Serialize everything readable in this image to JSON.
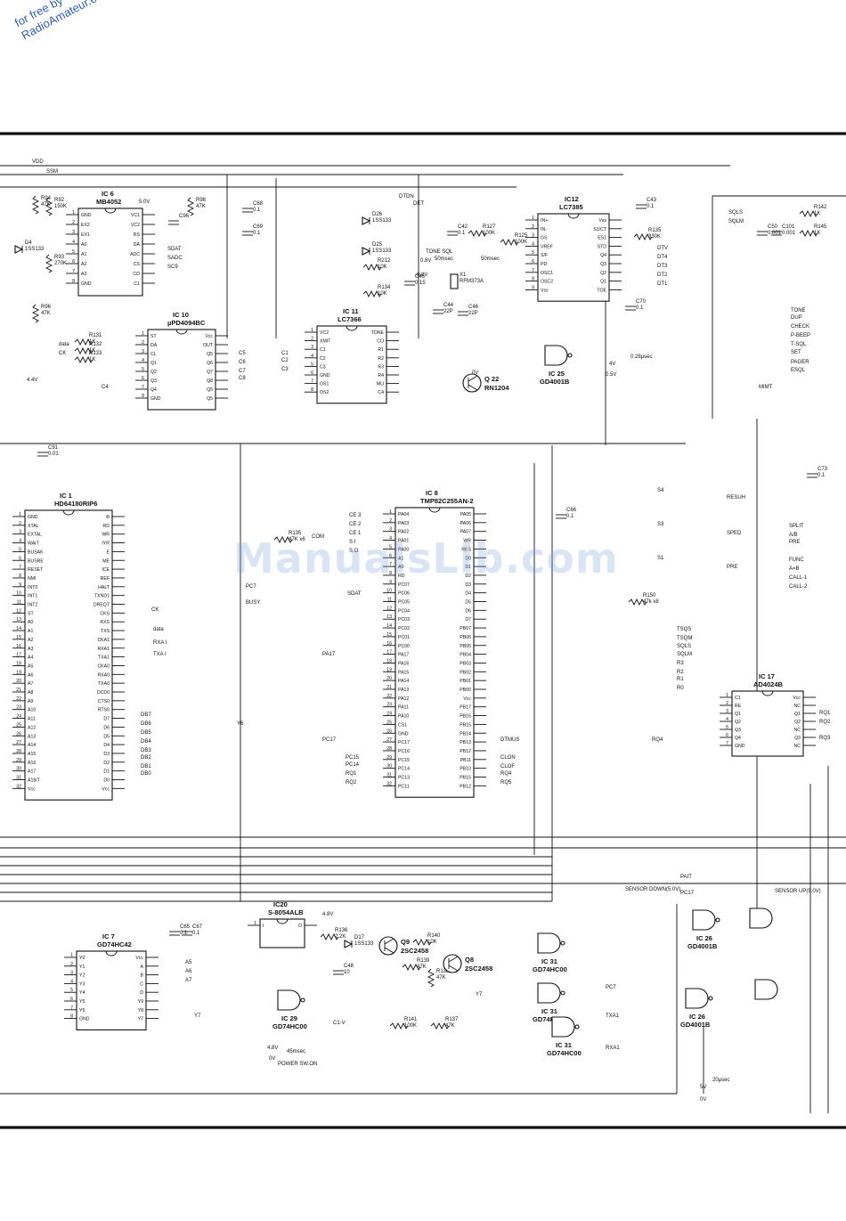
{
  "watermark": {
    "line1": "for free by",
    "line2": "RadioAmateur.eu"
  },
  "overlay_logo": "ManualsLib.com",
  "chips": [
    {
      "id": "ic6",
      "ref": "IC 6",
      "part": "MB4052",
      "left_pins": [
        "GND",
        "EX2",
        "EX1",
        "A0",
        "A1",
        "A2",
        "A3",
        "GND"
      ],
      "right_pins": [
        "VC1",
        "VC2",
        "RS",
        "DA",
        "ADC",
        "CS",
        "CO",
        "C1"
      ]
    },
    {
      "id": "ic10",
      "ref": "IC 10",
      "part": "µPD4094BC",
      "left_pins": [
        "ST",
        "DA",
        "CL",
        "Q1",
        "Q2",
        "Q3",
        "Q4",
        "GND"
      ],
      "right_pins": [
        "Vcc",
        "OUT",
        "Q5",
        "Q6",
        "Q7",
        "Q8",
        "Q5",
        "Q5"
      ]
    },
    {
      "id": "ic11",
      "ref": "IC 11",
      "part": "LC7366",
      "left_pins": [
        "VC2",
        "XMIT",
        "C1",
        "C2",
        "C3",
        "GND",
        "OS1",
        "OS2"
      ],
      "right_pins": [
        "TONE",
        "CO",
        "R1",
        "R2",
        "R3",
        "R4",
        "MU",
        "C4"
      ]
    },
    {
      "id": "ic12",
      "ref": "IC12",
      "part": "LC7385",
      "left_pins": [
        "IN+",
        "IN-",
        "GS",
        "VREF",
        "S/F",
        "PD",
        "OSC1",
        "OSC2",
        "Vss"
      ],
      "right_pins": [
        "Vss",
        "S1/CT",
        "ES1",
        "STD",
        "Q4",
        "Q3",
        "Q2",
        "Q1",
        "TOE"
      ]
    },
    {
      "id": "ic1",
      "ref": "IC 1",
      "part": "HD64180RIP6",
      "left_pins": [
        "GND",
        "XTAL",
        "EXTAL",
        "WAIT",
        "BUSAK",
        "BUSRE",
        "RESET",
        "NMI",
        "INT0",
        "INT1",
        "INT2",
        "ST",
        "A0",
        "A1",
        "A2",
        "A3",
        "A4",
        "A5",
        "A6",
        "A7",
        "A8",
        "A9",
        "A10",
        "A11",
        "A12",
        "A13",
        "A14",
        "A15",
        "A16",
        "A17",
        "A18/T",
        "Vcc"
      ],
      "right_pins": [
        "Φ",
        "RD",
        "WR",
        "IYR",
        "E",
        "ME",
        "ICE",
        "REF",
        "HALT",
        "TXND1",
        "DREQT",
        "CKS",
        "RXS",
        "TXS",
        "CKA1",
        "RXA1",
        "TXA1",
        "CKA0",
        "RXA0",
        "TXA0",
        "DCD0",
        "CTS0",
        "RTS0",
        "D7",
        "D6",
        "D5",
        "D4",
        "D3",
        "D2",
        "D1",
        "D0",
        "Vcc"
      ]
    },
    {
      "id": "ic8",
      "ref": "IC 8",
      "part": "TMP82C255AN-2",
      "left_pins": [
        "PA04",
        "PA03",
        "PA02",
        "PA01",
        "PA00",
        "A1",
        "A0",
        "RD",
        "PC07",
        "PC06",
        "PC05",
        "PC04",
        "PC03",
        "PC02",
        "PC01",
        "PC00",
        "PA17",
        "PA16",
        "PA15",
        "PA14",
        "PA13",
        "PA12",
        "PA11",
        "PA10",
        "CS1",
        "GND",
        "PC17",
        "PC16",
        "PC15",
        "PC14",
        "PC13",
        "PC11"
      ],
      "right_pins": [
        "PA05",
        "PA06",
        "PA07",
        "WR",
        "RES",
        "D0",
        "D1",
        "D2",
        "D3",
        "D4",
        "D5",
        "D6",
        "D7",
        "PB07",
        "PB06",
        "PB05",
        "PB04",
        "PB03",
        "PB02",
        "PB01",
        "PB00",
        "Vcc",
        "PB17",
        "PB16",
        "PB15",
        "PB14",
        "PB13",
        "PB12",
        "PB11",
        "PB10",
        "PB15",
        "PB12"
      ]
    },
    {
      "id": "ic17",
      "ref": "IC 17",
      "part": "AD4024B",
      "left_pins": [
        "C1",
        "RE",
        "Q1",
        "Q2",
        "Q3",
        "Q4",
        "GND"
      ],
      "right_pins": [
        "Vcc",
        "NC",
        "Q1",
        "Q2",
        "NC",
        "Q3",
        "NC"
      ]
    },
    {
      "id": "ic7",
      "ref": "IC 7",
      "part": "GD74HC42",
      "left_pins": [
        "Y0",
        "Y1",
        "Y2",
        "Y3",
        "Y4",
        "Y5",
        "Y6",
        "GND"
      ],
      "right_pins": [
        "Vcc",
        "A",
        "B",
        "C",
        "D",
        "Y9",
        "Y8",
        "Y7"
      ]
    },
    {
      "id": "ic20",
      "ref": "IC20",
      "part": "S-8054ALB",
      "left_pins": [
        "I"
      ],
      "right_pins": [
        "O"
      ]
    }
  ],
  "gates": [
    {
      "ref": "IC 25",
      "part": "GD4001B"
    },
    {
      "ref": "IC 29",
      "part": "GD74HC00"
    },
    {
      "ref": "IC 31",
      "part": "GD74HC00"
    },
    {
      "ref": "IC 31",
      "part": "GD74HC00"
    },
    {
      "ref": "IC 31",
      "part": "GD74HC00"
    },
    {
      "ref": "IC 26",
      "part": "GD4001B"
    },
    {
      "ref": "IC 26",
      "part": "GD4001B"
    }
  ],
  "transistors": [
    {
      "ref": "Q 22",
      "part": "RN1204"
    },
    {
      "ref": "Q9",
      "part": "2SC2458"
    },
    {
      "ref": "Q8",
      "part": "2SC2458"
    }
  ],
  "components": [
    {
      "ref": "R94",
      "val": "47K"
    },
    {
      "ref": "R92",
      "val": "150K"
    },
    {
      "ref": "R93",
      "val": "270K"
    },
    {
      "ref": "D4",
      "val": "1SS133"
    },
    {
      "ref": "R96",
      "val": "47K"
    },
    {
      "ref": "C96",
      "val": ""
    },
    {
      "ref": "R98",
      "val": "47K"
    },
    {
      "ref": "C68",
      "val": "0.1"
    },
    {
      "ref": "C69",
      "val": "0.1"
    },
    {
      "ref": "D26",
      "val": "1SS133"
    },
    {
      "ref": "D25",
      "val": "1SS133"
    },
    {
      "ref": "R212",
      "val": "10K"
    },
    {
      "ref": "R134",
      "val": "10K"
    },
    {
      "ref": "C45",
      "val": "0.15"
    },
    {
      "ref": "C42",
      "val": "0.1"
    },
    {
      "ref": "R127",
      "val": "100K"
    },
    {
      "ref": "R125",
      "val": "100K"
    },
    {
      "ref": "C43",
      "val": "0.1"
    },
    {
      "ref": "R135",
      "val": "330K"
    },
    {
      "ref": "C70",
      "val": "0.1"
    },
    {
      "ref": "C44",
      "val": "22P"
    },
    {
      "ref": "C46",
      "val": "22P"
    },
    {
      "ref": "X1",
      "val": "RFM373A"
    },
    {
      "ref": "R131",
      "val": "1K"
    },
    {
      "ref": "R132",
      "val": "1K"
    },
    {
      "ref": "R133",
      "val": "1K"
    },
    {
      "ref": "R135",
      "val": "47K x6"
    },
    {
      "ref": "C66",
      "val": "0.1"
    },
    {
      "ref": "R150",
      "val": "47k x8"
    },
    {
      "ref": "C73",
      "val": "0.1"
    },
    {
      "ref": "R142",
      "val": "1K"
    },
    {
      "ref": "R145",
      "val": "1K"
    },
    {
      "ref": "C50",
      "val": "0.001"
    },
    {
      "ref": "C101",
      "val": "0.001"
    },
    {
      "ref": "R136",
      "val": "2.2K"
    },
    {
      "ref": "D17",
      "val": "1SS133"
    },
    {
      "ref": "C48",
      "val": "10"
    },
    {
      "ref": "R140",
      "val": "10K"
    },
    {
      "ref": "R139",
      "val": "47K"
    },
    {
      "ref": "R138",
      "val": "47K"
    },
    {
      "ref": "R141",
      "val": "100K"
    },
    {
      "ref": "R137",
      "val": "47K"
    },
    {
      "ref": "C65",
      "val": "0.1"
    },
    {
      "ref": "C67",
      "val": "0.1"
    },
    {
      "ref": "C91",
      "val": "0.01"
    }
  ],
  "voltages": {
    "v5": "5.0V",
    "v48": "4.8V",
    "v44": "4.4V",
    "v4": "4V",
    "v05": "0.5V",
    "v0": "0V",
    "v08": "0.8V",
    "v_minus08": "-0.8V",
    "v5s": "5V",
    "v0s": "0V",
    "v48s": "4.8V",
    "v0b": "0V"
  },
  "timing": {
    "tone_sql": "TONE SQL",
    "ms50": "50msec",
    "ms50b": "50msec",
    "us028": "0.28μsec",
    "ms45": "45msec",
    "us20": "20μsec",
    "power_sw": "POWER SW.ON"
  },
  "nets": {
    "vdd": "VDD",
    "ssm": "SSM",
    "det": "DET",
    "dtdn": "DTDN",
    "sqls": "SQLS",
    "sqlm": "SQLM",
    "sdat": "SDAT",
    "sadc": "SADC",
    "sc9": "SC9",
    "data": "data",
    "ck": "CK",
    "ck2": "CK",
    "data2": "data",
    "rxa1": "RXA I",
    "txa1": "TXA I",
    "c1": "C1",
    "c2": "C2",
    "c3": "C3",
    "c4": "C4",
    "c5": "C5",
    "c6": "C6",
    "c7": "C7",
    "c8": "C8",
    "dtv": "DTV",
    "dt4": "DT4",
    "dt3": "DT3",
    "dt2": "DT2",
    "dt1": "DT1",
    "resuh": "RESUH",
    "sped": "SPED",
    "pre": "PRE",
    "s4": "S4",
    "s3": "S3",
    "s1": "S1",
    "tone": "TONE",
    "dup": "DUP",
    "check": "CHECK",
    "pbeep": "P-BEEP",
    "tsql": "T-SQL",
    "set": "SET",
    "pager": "PAGER",
    "esql": "ESQL",
    "mimt": "MIMT",
    "split": "SPLIT",
    "pre2": "PRE",
    "func": "FUNC",
    "ab": "A=B",
    "call1": "CALL-1",
    "call2": "CALL-2",
    "ab2": "A/B",
    "tsqs": "TSQS",
    "tsqm": "TSQM",
    "sqls2": "SQLS",
    "sqlm2": "SQLM",
    "r3": "R3",
    "r2": "R2",
    "r1": "R1",
    "r0": "R0",
    "rq1": "RQ1",
    "rq2": "RQ2",
    "rq3": "RQ3",
    "rq4": "RQ4",
    "dtmus": "DTMUS",
    "clon": "CLON",
    "clof": "CLOF",
    "rq4b": "RQ4",
    "rq5": "RQ5",
    "pa17": "PA17",
    "pc17": "PC17",
    "pc15": "PC15",
    "pc14": "PC14",
    "rq1b": "RQ1",
    "rq2b": "RQ2",
    "busy": "BUSY",
    "pc7": "PC7",
    "pc7b": "PC7",
    "sdat2": "SDAT",
    "db7": "DB7",
    "db6": "DB6",
    "db5": "DB5",
    "db4": "DB4",
    "db3": "DB3",
    "db2": "DB2",
    "db1": "DB1",
    "db0": "DB0",
    "y6": "Y6",
    "y7": "Y7",
    "y7b": "Y7",
    "a5": "A5",
    "a6": "A6",
    "a7": "A7",
    "ce3": "CE 3",
    "ce2": "CE 2",
    "ce1": "CE 1",
    "si": "S I",
    "so": "S O",
    "pait": "PAIT",
    "pc17b": "PC17",
    "sensor_down": "SENSOR DOWN(5.0V)",
    "sensor_up": "SENSOR UP(5.0V)",
    "txa1b": "TXA1",
    "rxa1b": "RXA1",
    "c1v": "C1-V",
    "com": "COM"
  }
}
